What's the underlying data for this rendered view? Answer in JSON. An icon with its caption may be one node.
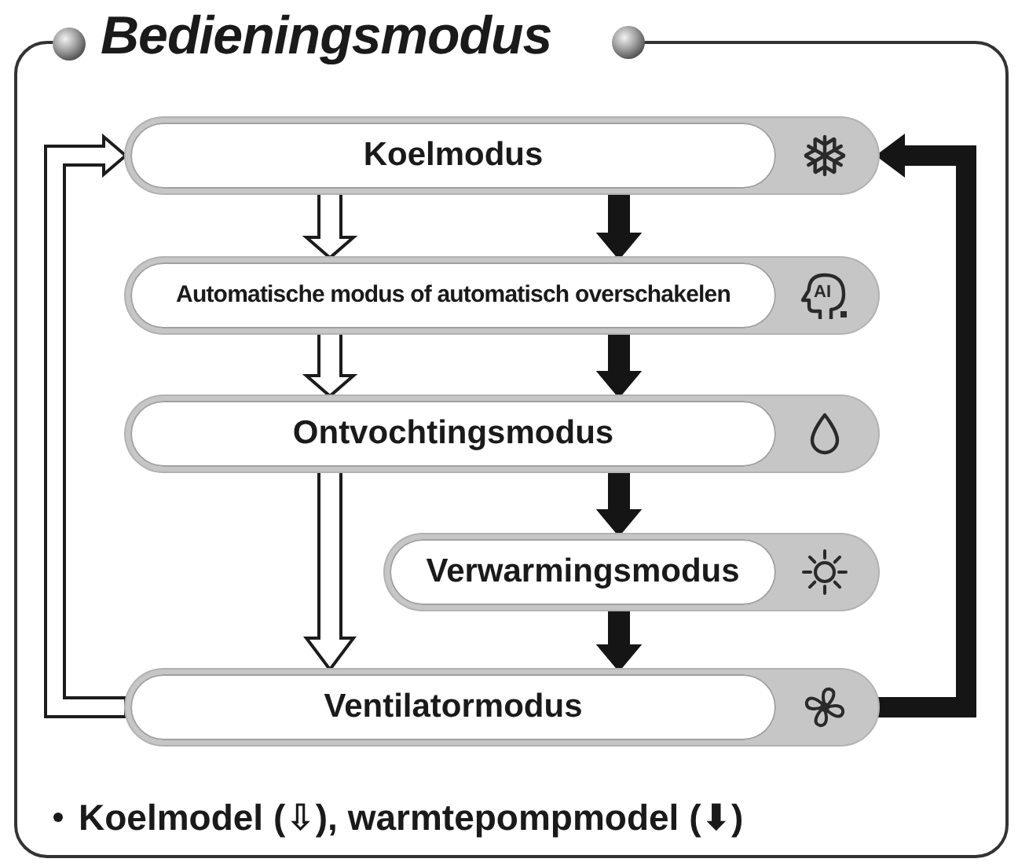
{
  "diagram": {
    "title": "Bedieningsmodus",
    "nodes": [
      {
        "text": [
          "Koelmodus"
        ]
      },
      {
        "text": [
          "Automatische modus of automatisch overschakelen",
          "AI"
        ]
      },
      {
        "text": [
          "Ontvochtingsmodus"
        ]
      },
      {
        "text": [
          "Verwarmingsmodus"
        ]
      },
      {
        "text": [
          "Ventilatormodus"
        ]
      }
    ],
    "edges": [
      {
        "from": 0,
        "to": 1,
        "arrow": "to"
      },
      {
        "from": 0,
        "to": 1,
        "arrow": "to",
        "style": "thick"
      },
      {
        "from": 1,
        "to": 2,
        "arrow": "to"
      },
      {
        "from": 1,
        "to": 2,
        "arrow": "to",
        "style": "thick"
      },
      {
        "from": 2,
        "to": 4,
        "arrow": "to"
      },
      {
        "from": 2,
        "to": 3,
        "arrow": "to",
        "style": "thick"
      },
      {
        "from": 3,
        "to": 4,
        "arrow": "to",
        "style": "thick"
      },
      {
        "from": 4,
        "to": 0,
        "arrow": "to"
      },
      {
        "from": 4,
        "to": 0,
        "arrow": "to",
        "style": "thick"
      }
    ],
    "legend": [
      {
        "text": "Koelmodel (⇩), warmtepompmodel (⬇)"
      }
    ]
  }
}
